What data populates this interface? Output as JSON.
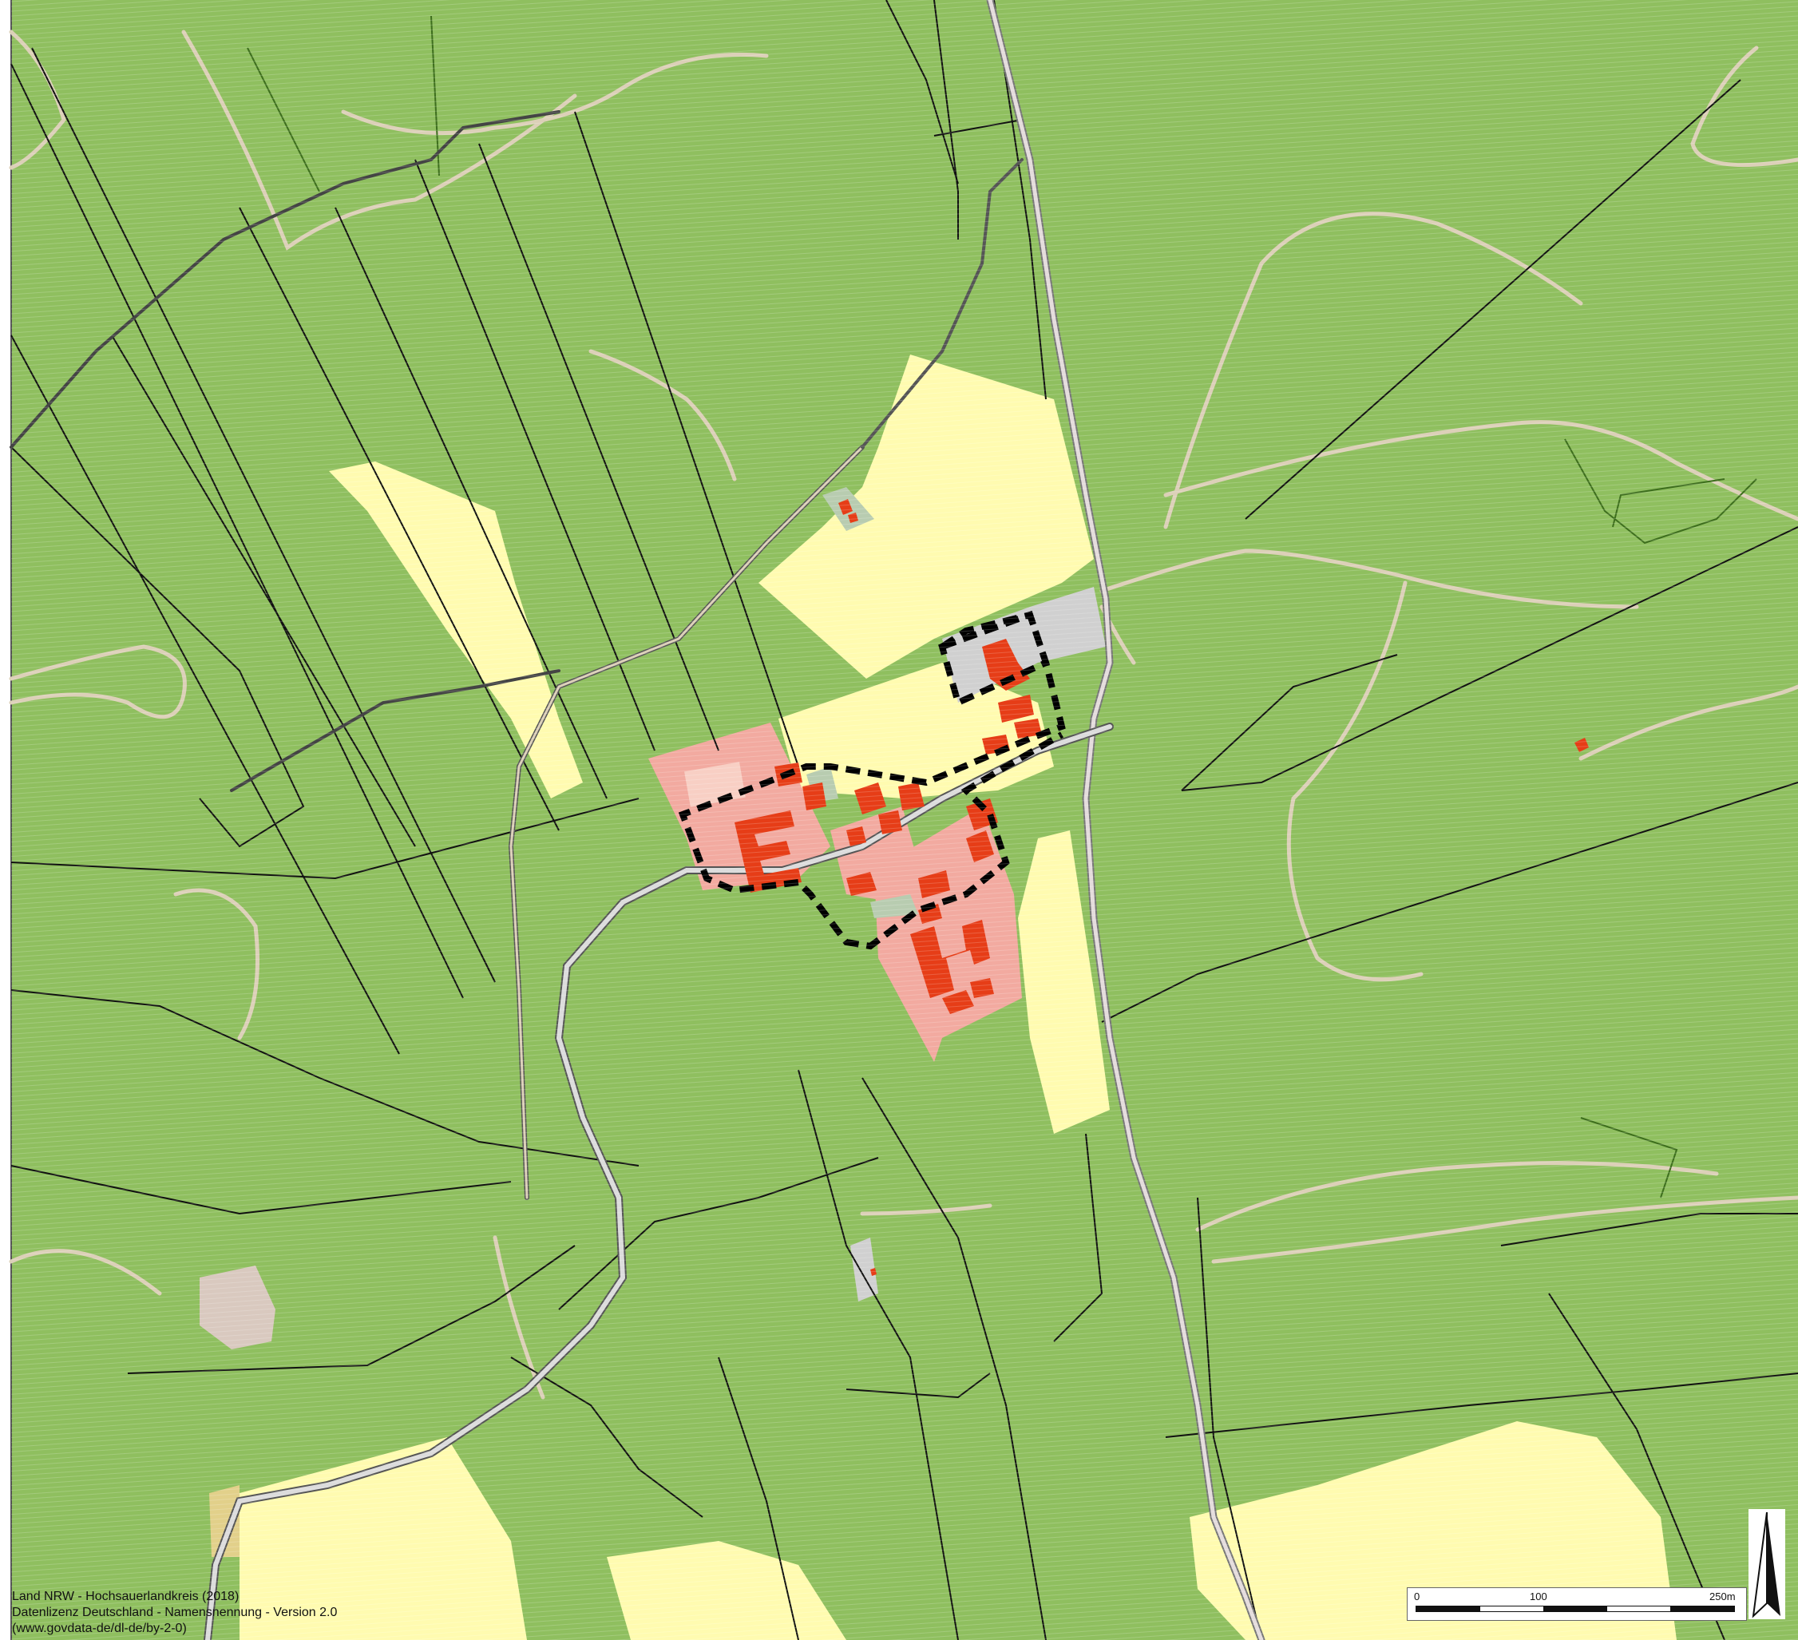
{
  "colors": {
    "forest": "#8fbf5f",
    "forest_line": "#3d6e1d",
    "farmland": "#fffbb0",
    "settlement": "#f2aaa0",
    "building": "#e63d17",
    "paved": "#d0d0d0",
    "path": "#dcd0b8",
    "boundary": "#111111",
    "study_area": "#000000"
  },
  "attribution": {
    "line1": "Land NRW - Hochsauerlandkreis (2018)",
    "line2": "Datenlizenz Deutschland - Namensnennung - Version 2.0",
    "line3": "(www.govdata-de/dl-de/by-2-0)"
  },
  "scalebar": {
    "label_start": "0",
    "label_mid": "100",
    "label_end": "250m"
  },
  "north_arrow": {
    "icon": "north-arrow-icon"
  }
}
